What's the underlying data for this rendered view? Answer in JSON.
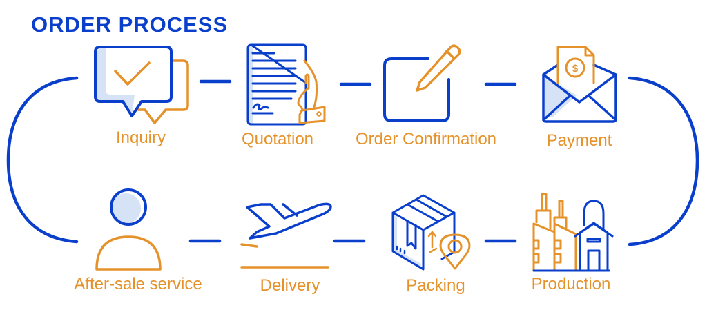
{
  "title": "ORDER PROCESS",
  "steps": {
    "inquiry": "Inquiry",
    "quotation": "Quotation",
    "order_confirmation": "Order Confirmation",
    "payment": "Payment",
    "production": "Production",
    "packing": "Packing",
    "delivery": "Delivery",
    "after_sale": "After-sale service"
  },
  "colors": {
    "primary": "#0a3fcc",
    "accent": "#e5922a",
    "fill": "#d6e2f5"
  }
}
